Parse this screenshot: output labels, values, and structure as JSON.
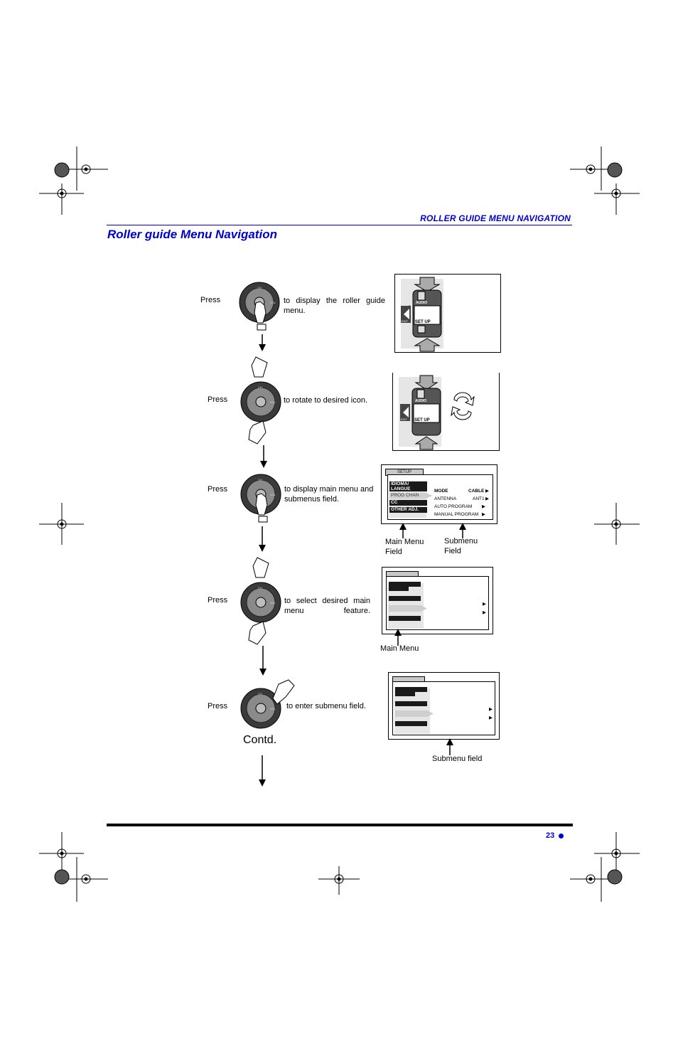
{
  "header": {
    "section_title": "ROLLER GUIDE MENU NAVIGATION",
    "page_title": "Roller guide Menu Navigation"
  },
  "steps": [
    {
      "press": "Press",
      "text": "to display the roller guide menu."
    },
    {
      "press": "Press",
      "text": "to rotate to desired icon."
    },
    {
      "press": "Press",
      "text": "to display main menu and submenus field."
    },
    {
      "press": "Press",
      "text": "to select desired main menu feature."
    },
    {
      "press": "Press",
      "text": "to enter submenu field."
    }
  ],
  "contd": "Contd.",
  "remote": {
    "ch_label": "CH",
    "vol_label": "VOL"
  },
  "roller_icon": {
    "audio_label": "AUDIO",
    "setup_label": "SET UP",
    "exit_label": "EXIT"
  },
  "setup_menu": {
    "tab": "SETUP",
    "main_items": [
      "IDIOMA/ LANGUE",
      "PROG CHAN",
      "CC",
      "OTHER ADJ."
    ],
    "sub_items": [
      {
        "label": "MODE",
        "value": "CABLE"
      },
      {
        "label": "ANTENNA",
        "value": "ANT1"
      },
      {
        "label": "AUTO PROGRAM",
        "value": ""
      },
      {
        "label": "MANUAL PROGRAM",
        "value": ""
      }
    ],
    "main_field_label": "Main Menu Field",
    "submenu_field_label": "Submenu Field"
  },
  "main_menu_label": "Main Menu",
  "submenu_field_label": "Submenu field",
  "footer": {
    "page_number": "23"
  },
  "colors": {
    "accent": "#0000cc",
    "rule": "#000000"
  }
}
